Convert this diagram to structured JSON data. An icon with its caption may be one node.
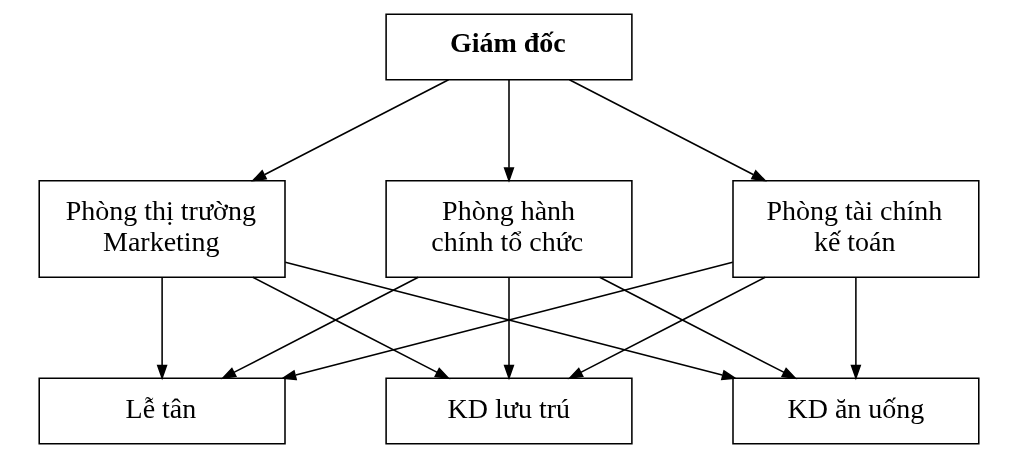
{
  "diagram": {
    "nodes": [
      {
        "text": [
          "Giám đốc"
        ]
      },
      {
        "text": [
          "Phòng thị trường Marketing"
        ]
      },
      {
        "text": [
          "Phòng hành chính tổ chức"
        ]
      },
      {
        "text": [
          "Phòng tài chính kế toán"
        ]
      },
      {
        "text": [
          "Lễ tân"
        ]
      },
      {
        "text": [
          "KD lưu trú"
        ]
      },
      {
        "text": [
          "KD ăn uống"
        ]
      }
    ],
    "edges": [
      {
        "from": 0,
        "to": 1,
        "arrow": "to"
      },
      {
        "from": 0,
        "to": 2,
        "arrow": "to"
      },
      {
        "from": 0,
        "to": 3,
        "arrow": "to"
      },
      {
        "from": 1,
        "to": 4,
        "arrow": "to"
      },
      {
        "from": 1,
        "to": 5,
        "arrow": "to"
      },
      {
        "from": 1,
        "to": 6,
        "arrow": "to"
      },
      {
        "from": 2,
        "to": 4,
        "arrow": "to"
      },
      {
        "from": 2,
        "to": 5,
        "arrow": "to"
      },
      {
        "from": 2,
        "to": 6,
        "arrow": "to"
      },
      {
        "from": 3,
        "to": 4,
        "arrow": "to"
      },
      {
        "from": 3,
        "to": 5,
        "arrow": "to"
      },
      {
        "from": 3,
        "to": 6,
        "arrow": "to"
      }
    ]
  }
}
